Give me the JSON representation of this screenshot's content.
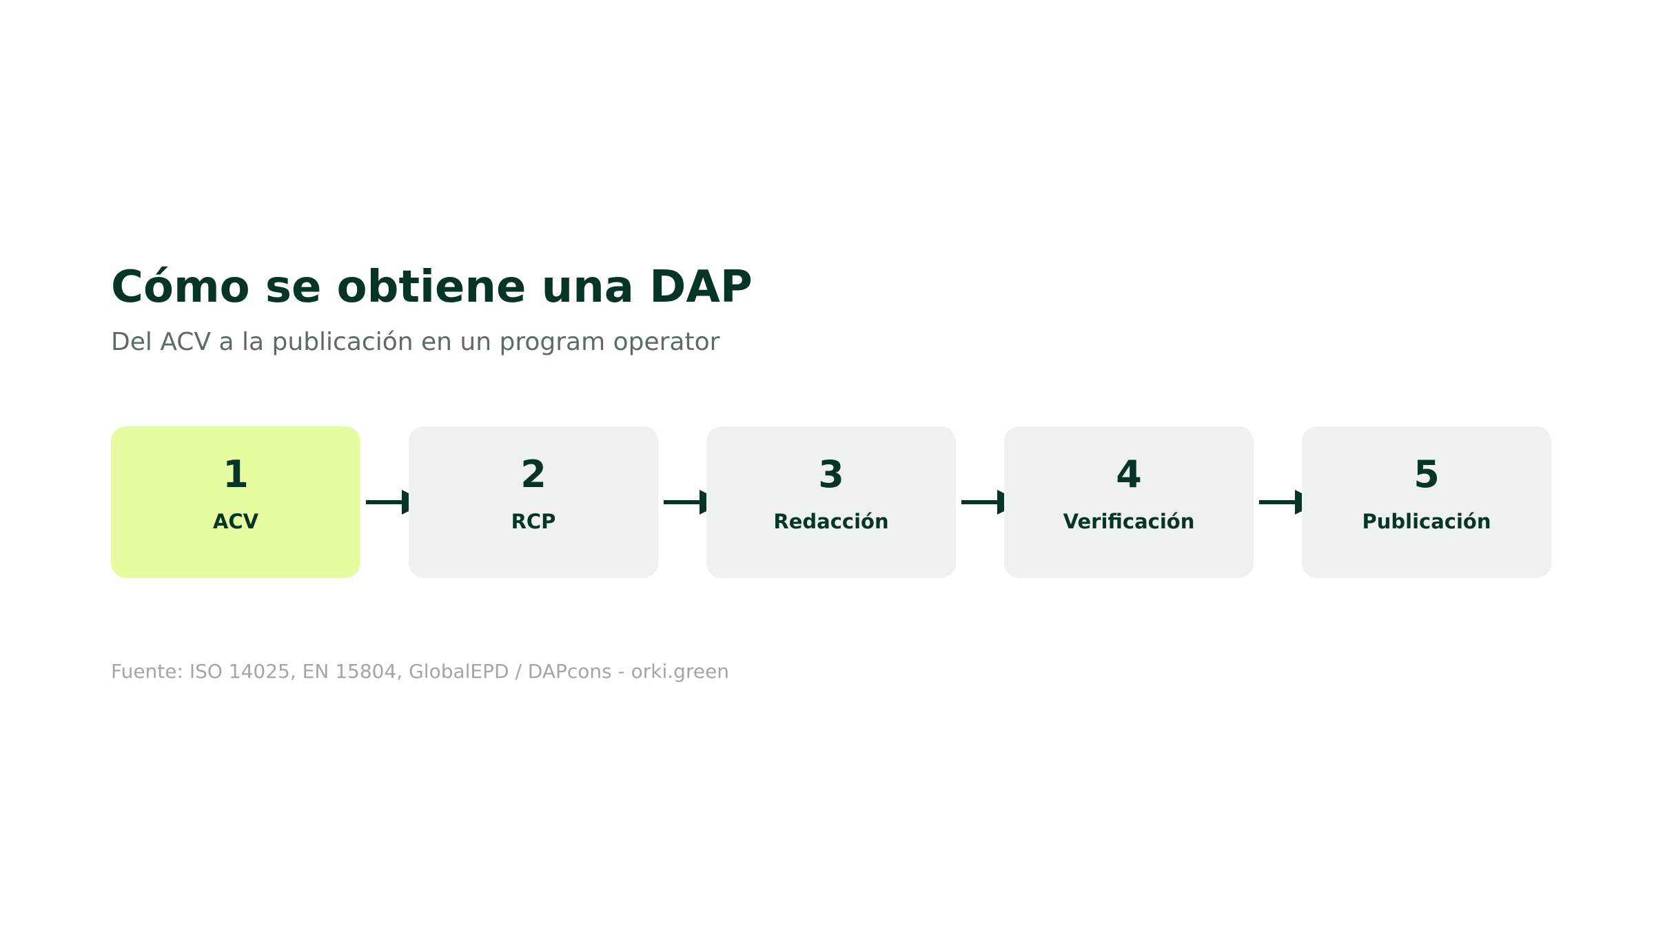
{
  "header": {
    "title": "Cómo se obtiene una DAP",
    "subtitle": "Del ACV a la publicación en un program operator"
  },
  "steps": [
    {
      "number": "1",
      "label": "ACV",
      "highlighted": true
    },
    {
      "number": "2",
      "label": "RCP",
      "highlighted": false
    },
    {
      "number": "3",
      "label": "Redacción",
      "highlighted": false
    },
    {
      "number": "4",
      "label": "Verificación",
      "highlighted": false
    },
    {
      "number": "5",
      "label": "Publicación",
      "highlighted": false
    }
  ],
  "footer": {
    "source": "Fuente: ISO 14025, EN 15804, GlobalEPD / DAPcons - orki.green"
  },
  "colors": {
    "text_dark": "#063528",
    "subtitle": "#5e6a66",
    "source": "#a0a7a4",
    "highlight_fill": "#e6fca0",
    "box_fill": "#eff1f0",
    "arrow": "#063528"
  }
}
